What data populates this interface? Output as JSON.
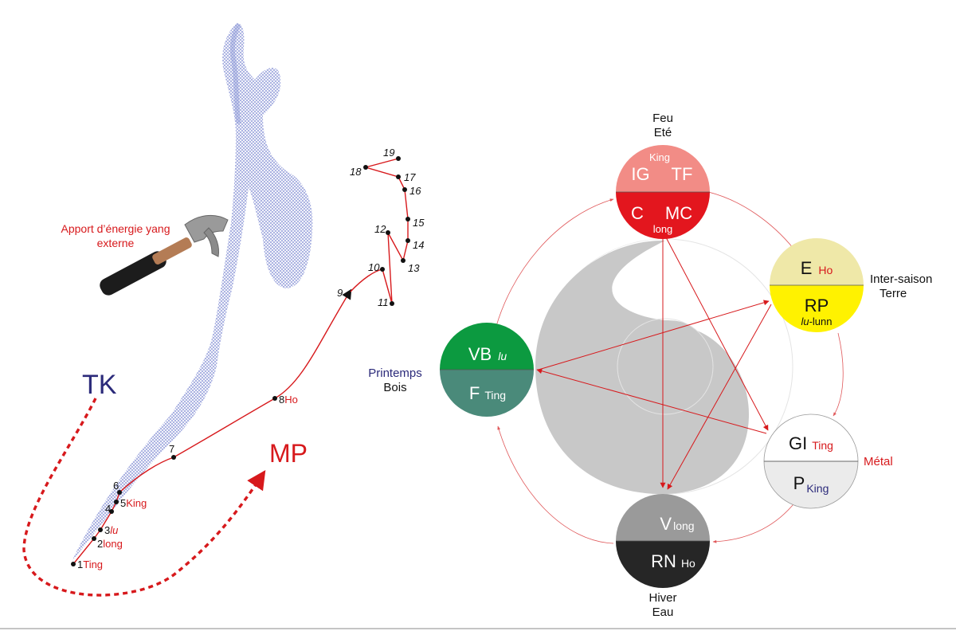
{
  "left": {
    "annotation_line1": "Apport d’énergie yang",
    "annotation_line2": "externe",
    "tk_label": "TK",
    "mp_label": "MP",
    "points": [
      {
        "n": "1",
        "tag": "Ting"
      },
      {
        "n": "2",
        "tag": "long"
      },
      {
        "n": "3",
        "tag": "lu"
      },
      {
        "n": "4",
        "tag": ""
      },
      {
        "n": "5",
        "tag": "King"
      },
      {
        "n": "6",
        "tag": ""
      },
      {
        "n": "7",
        "tag": ""
      },
      {
        "n": "8",
        "tag": "Ho"
      },
      {
        "n": "9"
      },
      {
        "n": "10"
      },
      {
        "n": "11"
      },
      {
        "n": "12"
      },
      {
        "n": "13"
      },
      {
        "n": "14"
      },
      {
        "n": "15"
      },
      {
        "n": "16"
      },
      {
        "n": "17"
      },
      {
        "n": "18"
      },
      {
        "n": "19"
      }
    ]
  },
  "elements": {
    "fire": {
      "label1": "Feu",
      "label2": "Eté",
      "top_small": "King",
      "top_left": "IG",
      "top_right": "TF",
      "bottom_left": "C",
      "bottom_right": "MC",
      "bottom_small": "long",
      "top_color": "#f28c86",
      "bottom_color": "#e3161e"
    },
    "earth": {
      "label1": "Inter-saison",
      "label2": "Terre",
      "top_main": "E",
      "top_tag": "Ho",
      "bottom_main": "RP",
      "bottom_tag_italic": "lu",
      "bottom_tag_rest": "-lunn",
      "top_color": "#efe8a8",
      "bottom_color": "#fff200"
    },
    "wood": {
      "label1": "Printemps",
      "label2": "Bois",
      "top_main": "VB",
      "top_tag": "lu",
      "bottom_main": "F",
      "bottom_tag": "Ting",
      "top_color": "#0c9a40",
      "bottom_color": "#4a8a7a"
    },
    "metal": {
      "label1": "Métal",
      "top_main": "GI",
      "top_tag": "Ting",
      "bottom_main": "P",
      "bottom_tag": "King",
      "top_color": "#ffffff",
      "bottom_color": "#ebebeb"
    },
    "water": {
      "label1": "Hiver",
      "label2": "Eau",
      "top_main": "V",
      "top_tag": "long",
      "bottom_main": "RN",
      "bottom_tag": "Ho",
      "top_color": "#9a9a9a",
      "bottom_color": "#262626"
    }
  },
  "colors": {
    "accent_red": "#d7191c",
    "label_blue": "#2b2a7a",
    "body_hatch": "#8f99d8",
    "yin_yang_gray": "#c8c8c8"
  }
}
